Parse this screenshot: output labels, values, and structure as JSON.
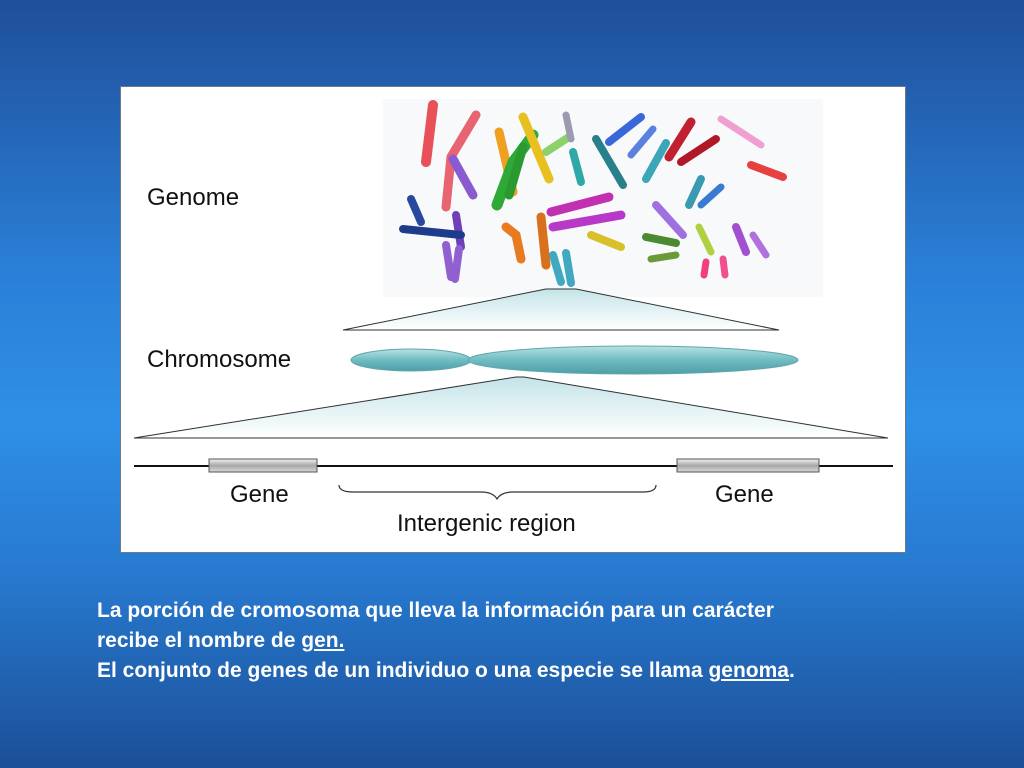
{
  "diagram": {
    "labels": {
      "genome": "Genome",
      "chromosome": "Chromosome",
      "gene_left": "Gene",
      "gene_right": "Gene",
      "intergenic": "Intergenic region"
    }
  },
  "caption": {
    "line1": "La porción de cromosoma que lleva la información para un carácter",
    "line2_prefix": "recibe el nombre de ",
    "line2_term": "gen.",
    "line3_prefix": "El conjunto de genes de un individuo o una especie se llama ",
    "line3_term": "genoma",
    "line3_suffix": "."
  },
  "colors": {
    "background_top": "#1f4f9a",
    "background_mid": "#2f8fe6",
    "chromosome": "#7ec7cc",
    "gene_bar": "#b0b0b0"
  }
}
